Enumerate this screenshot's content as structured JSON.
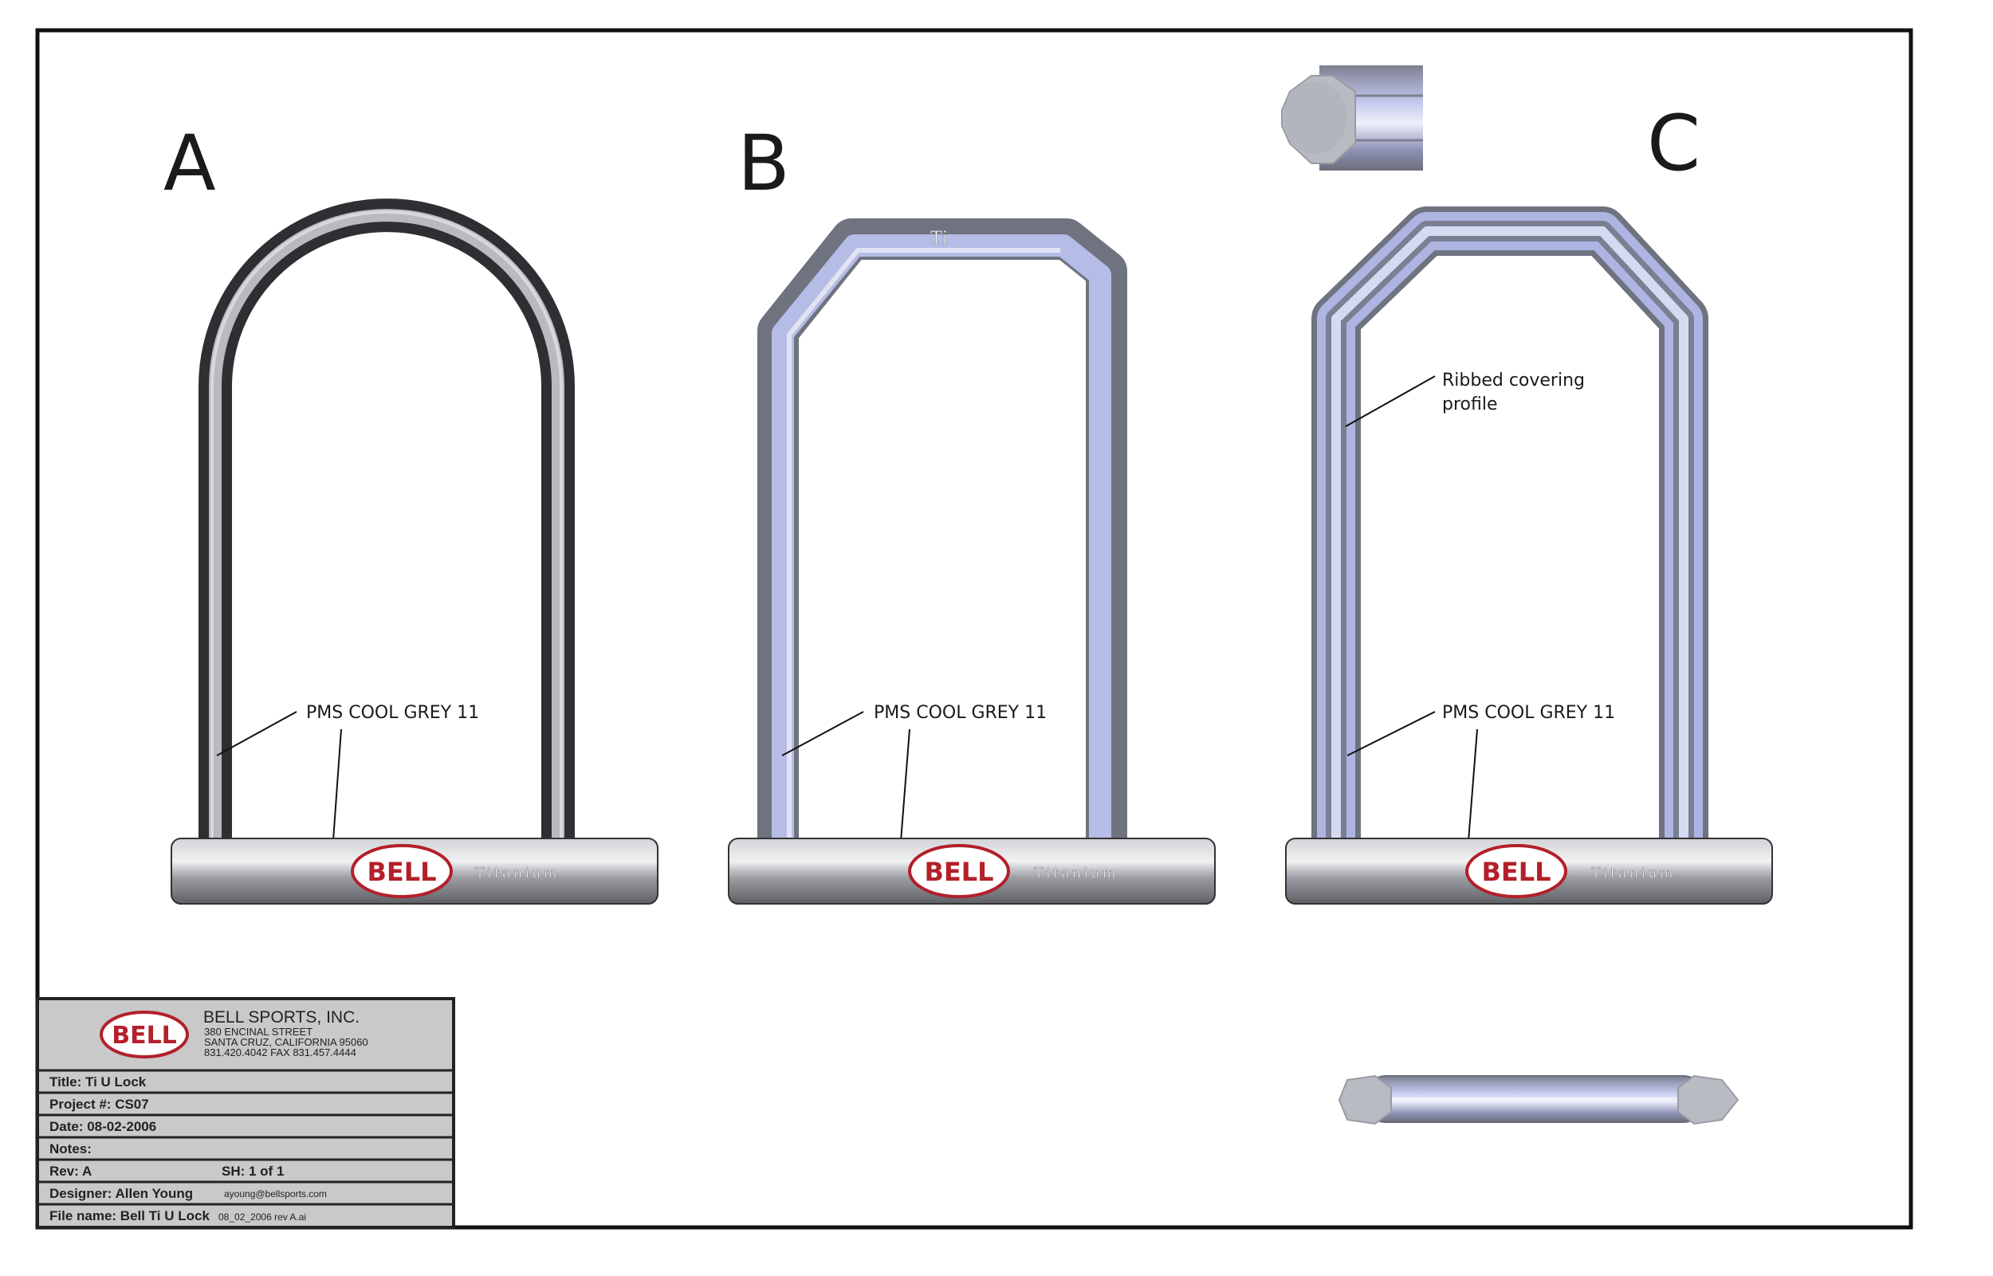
{
  "drawing": {
    "options": [
      {
        "letter": "A",
        "callout": "PMS COOL GREY 11",
        "bar_logo": "BELL",
        "bar_text": "Titanium"
      },
      {
        "letter": "B",
        "callout": "PMS COOL GREY 11",
        "bar_logo": "BELL",
        "bar_text": "Titanium",
        "shackle_mark": "Ti"
      },
      {
        "letter": "C",
        "callout": "PMS COOL GREY 11",
        "bar_logo": "BELL",
        "bar_text": "Titanium",
        "note_line1": "Ribbed covering",
        "note_line2": "profile"
      }
    ]
  },
  "title_block": {
    "logo": "BELL",
    "company": "BELL SPORTS, INC.",
    "address1": "380 ENCINAL STREET",
    "address2": "SANTA CRUZ, CALIFORNIA 95060",
    "phone": "831.420.4042   FAX 831.457.4444",
    "title": "Title: Ti U Lock",
    "project": "Project #: CS07",
    "date": "Date: 08-02-2006",
    "notes": "Notes:",
    "rev": "Rev: A",
    "sheet": "SH: 1 of 1",
    "designer": "Designer: Allen Young",
    "email": "ayoung@bellsports.com",
    "filename": "File name:  Bell Ti U Lock",
    "filename_small": "08_02_2006 rev A.ai"
  },
  "colors": {
    "frame": "#111111",
    "metal": "#9a9ca3",
    "blue_tint": "#a9b1e0",
    "logo_red": "#b3202a",
    "title_block_bg": "#c9c9c9"
  }
}
